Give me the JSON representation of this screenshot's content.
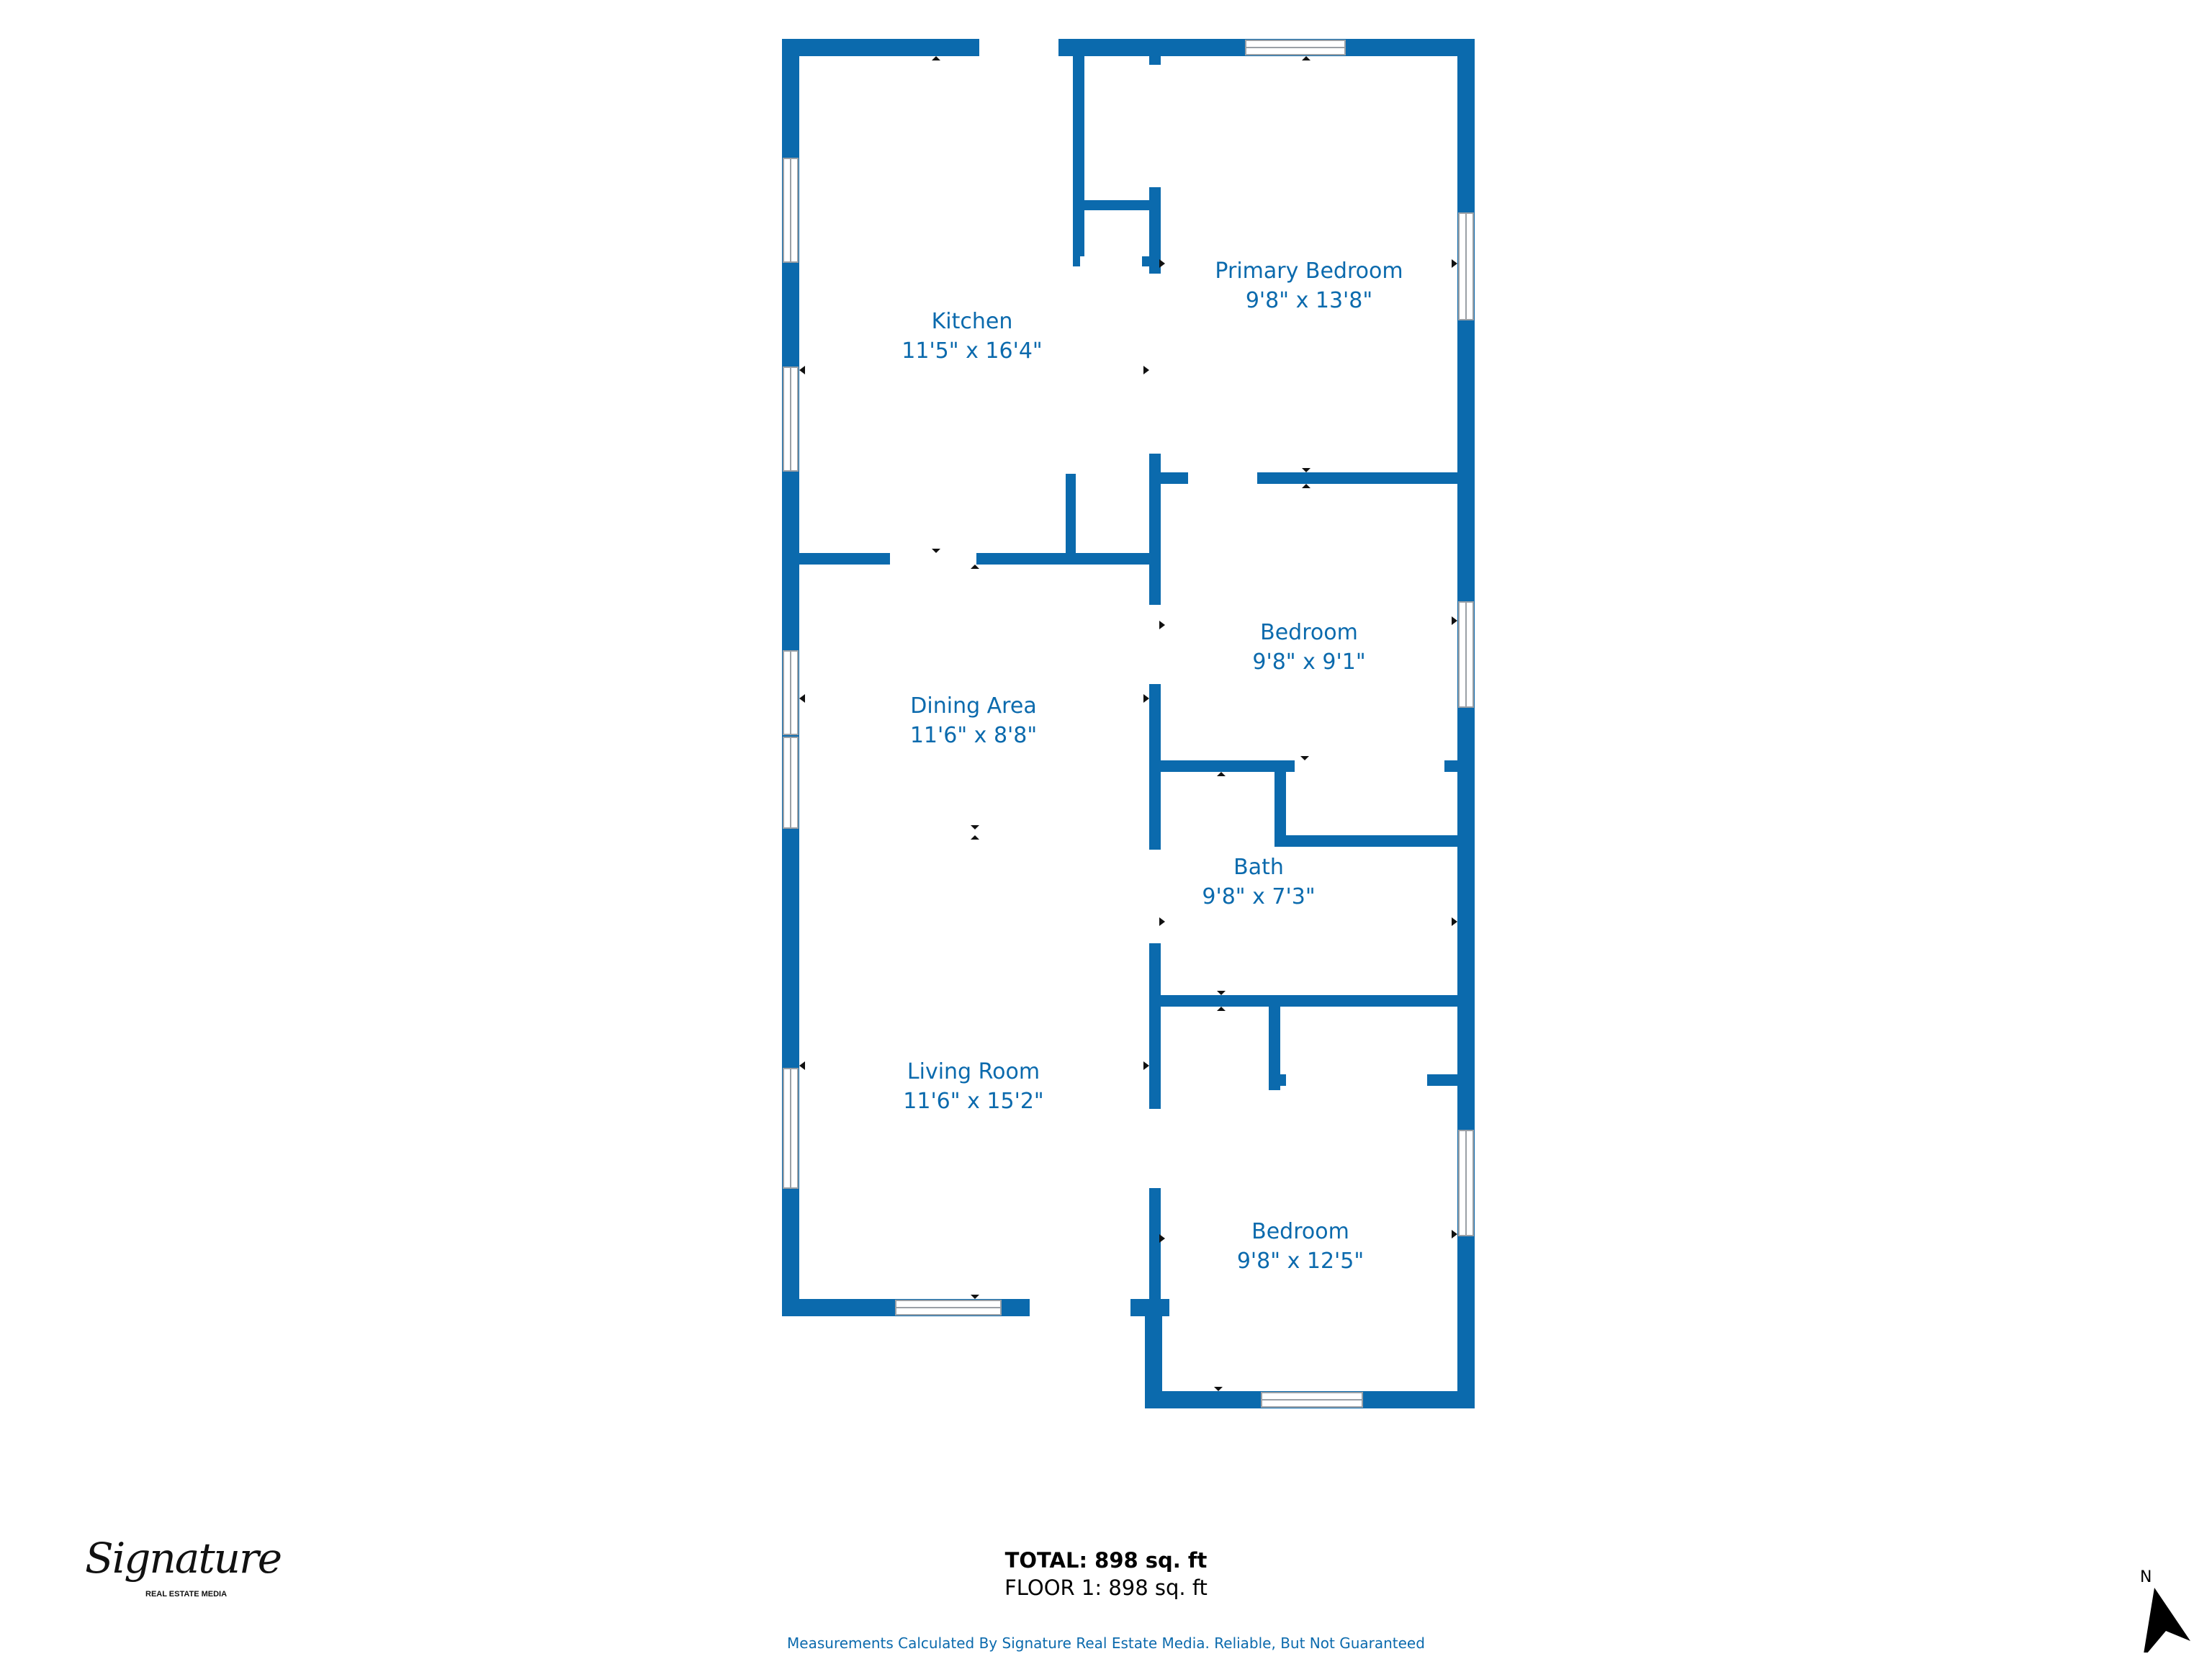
{
  "rooms": [
    {
      "name": "Kitchen",
      "dims": "11'5\" x 16'4\""
    },
    {
      "name": "Primary Bedroom",
      "dims": "9'8\" x 13'8\""
    },
    {
      "name": "Bedroom",
      "dims": "9'8\" x 9'1\""
    },
    {
      "name": "Dining Area",
      "dims": "11'6\" x 8'8\""
    },
    {
      "name": "Bath",
      "dims": "9'8\" x 7'3\""
    },
    {
      "name": "Living Room",
      "dims": "11'6\" x 15'2\""
    },
    {
      "name": "Bedroom",
      "dims": "9'8\" x 12'5\""
    }
  ],
  "summary": {
    "total": "TOTAL: 898 sq. ft",
    "floor": "FLOOR 1: 898 sq. ft"
  },
  "disclaimer": "Measurements Calculated By Signature Real Estate Media. Reliable, But Not Guaranteed",
  "logo": {
    "script": "Signature",
    "subtitle": "REAL ESTATE MEDIA"
  },
  "compass": {
    "label": "N"
  },
  "colors": {
    "wall": "#0b6aad",
    "text": "#0b6aad",
    "background": "#ffffff"
  }
}
